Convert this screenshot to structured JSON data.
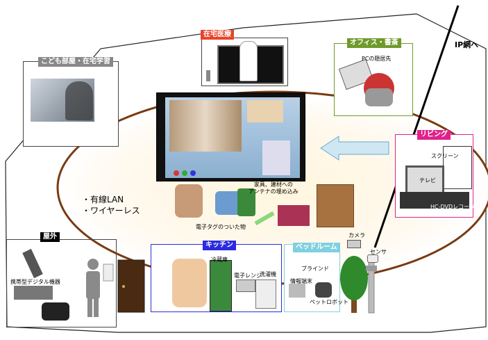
{
  "network_label": "IP網へ",
  "connections": [
    "・有線LAN",
    "・ワイヤーレス"
  ],
  "rooms": {
    "kids": {
      "title": "こども部屋・在宅学習"
    },
    "medical": {
      "title": "在宅医療"
    },
    "office": {
      "title": "オフィス・書斎",
      "note": "PCの隠居先"
    },
    "living": {
      "title": "リビング",
      "screen": "スクリーン",
      "tv": "テレビ",
      "recorder": "HC-DVDレコーダ"
    },
    "outdoor": {
      "title": "屋外",
      "device": "携帯型デジタル機器"
    },
    "kitchen": {
      "title": "キッチン",
      "fridge": "冷蔵庫",
      "microwave": "電子レンジ",
      "washer": "洗濯機"
    },
    "bedroom": {
      "title": "ベッドルーム",
      "blind": "ブラインド",
      "info_terminal": "情報端末",
      "robot": "ペットロボット"
    }
  },
  "center": {
    "tags_caption": "電子タグのついた物",
    "antenna_caption": "家具、建材への\nアンテナの埋め込み"
  },
  "devices": {
    "camera": "カメラ",
    "sensor": "センサ"
  },
  "colors": {
    "kids": "#888888",
    "medical": "#e8442a",
    "office": "#6f9a2b",
    "living": "#e0218a",
    "outdoor": "#000000",
    "kitchen": "#2a2ae0",
    "bedroom": "#7fd0e0"
  }
}
